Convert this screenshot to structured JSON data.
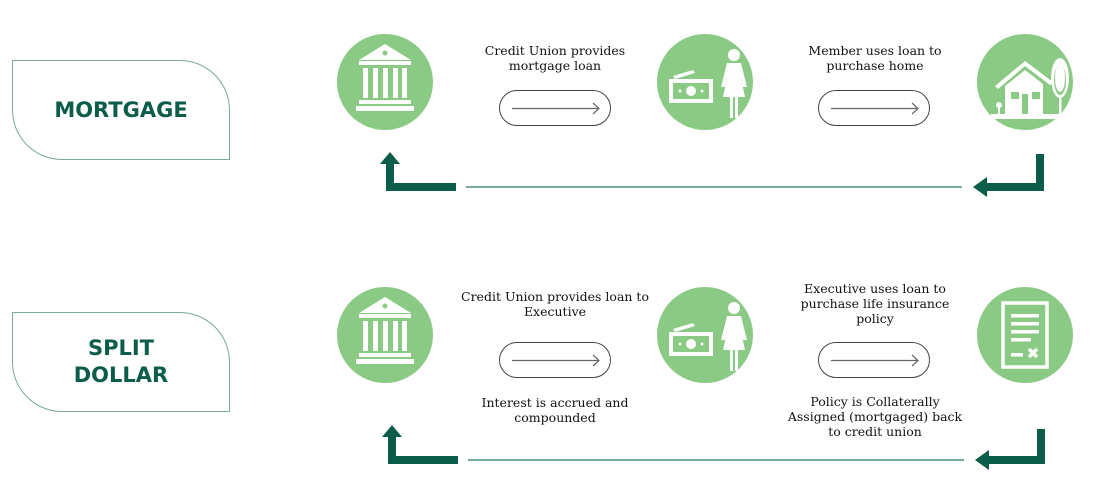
{
  "rows": [
    {
      "label": "MORTGAGE",
      "icons": [
        "bank-icon",
        "money-person-icon",
        "house-icon"
      ],
      "step1_top": "Credit Union provides mortgage loan",
      "step2_top": "Member uses loan to purchase home"
    },
    {
      "label_line1": "SPLIT",
      "label_line2": "DOLLAR",
      "icons": [
        "bank-icon",
        "money-person-icon",
        "document-icon"
      ],
      "step1_top": "Credit Union provides loan to Executive",
      "step1_bottom": "Interest is accrued and compounded",
      "step2_top": "Executive uses loan to purchase life insurance policy",
      "step2_bottom": "Policy is Collaterally Assigned (mortgaged) back to credit union"
    }
  ],
  "colors": {
    "circle": "#8bca84",
    "dark_green": "#0b5c48",
    "line": "#4e8f80"
  }
}
